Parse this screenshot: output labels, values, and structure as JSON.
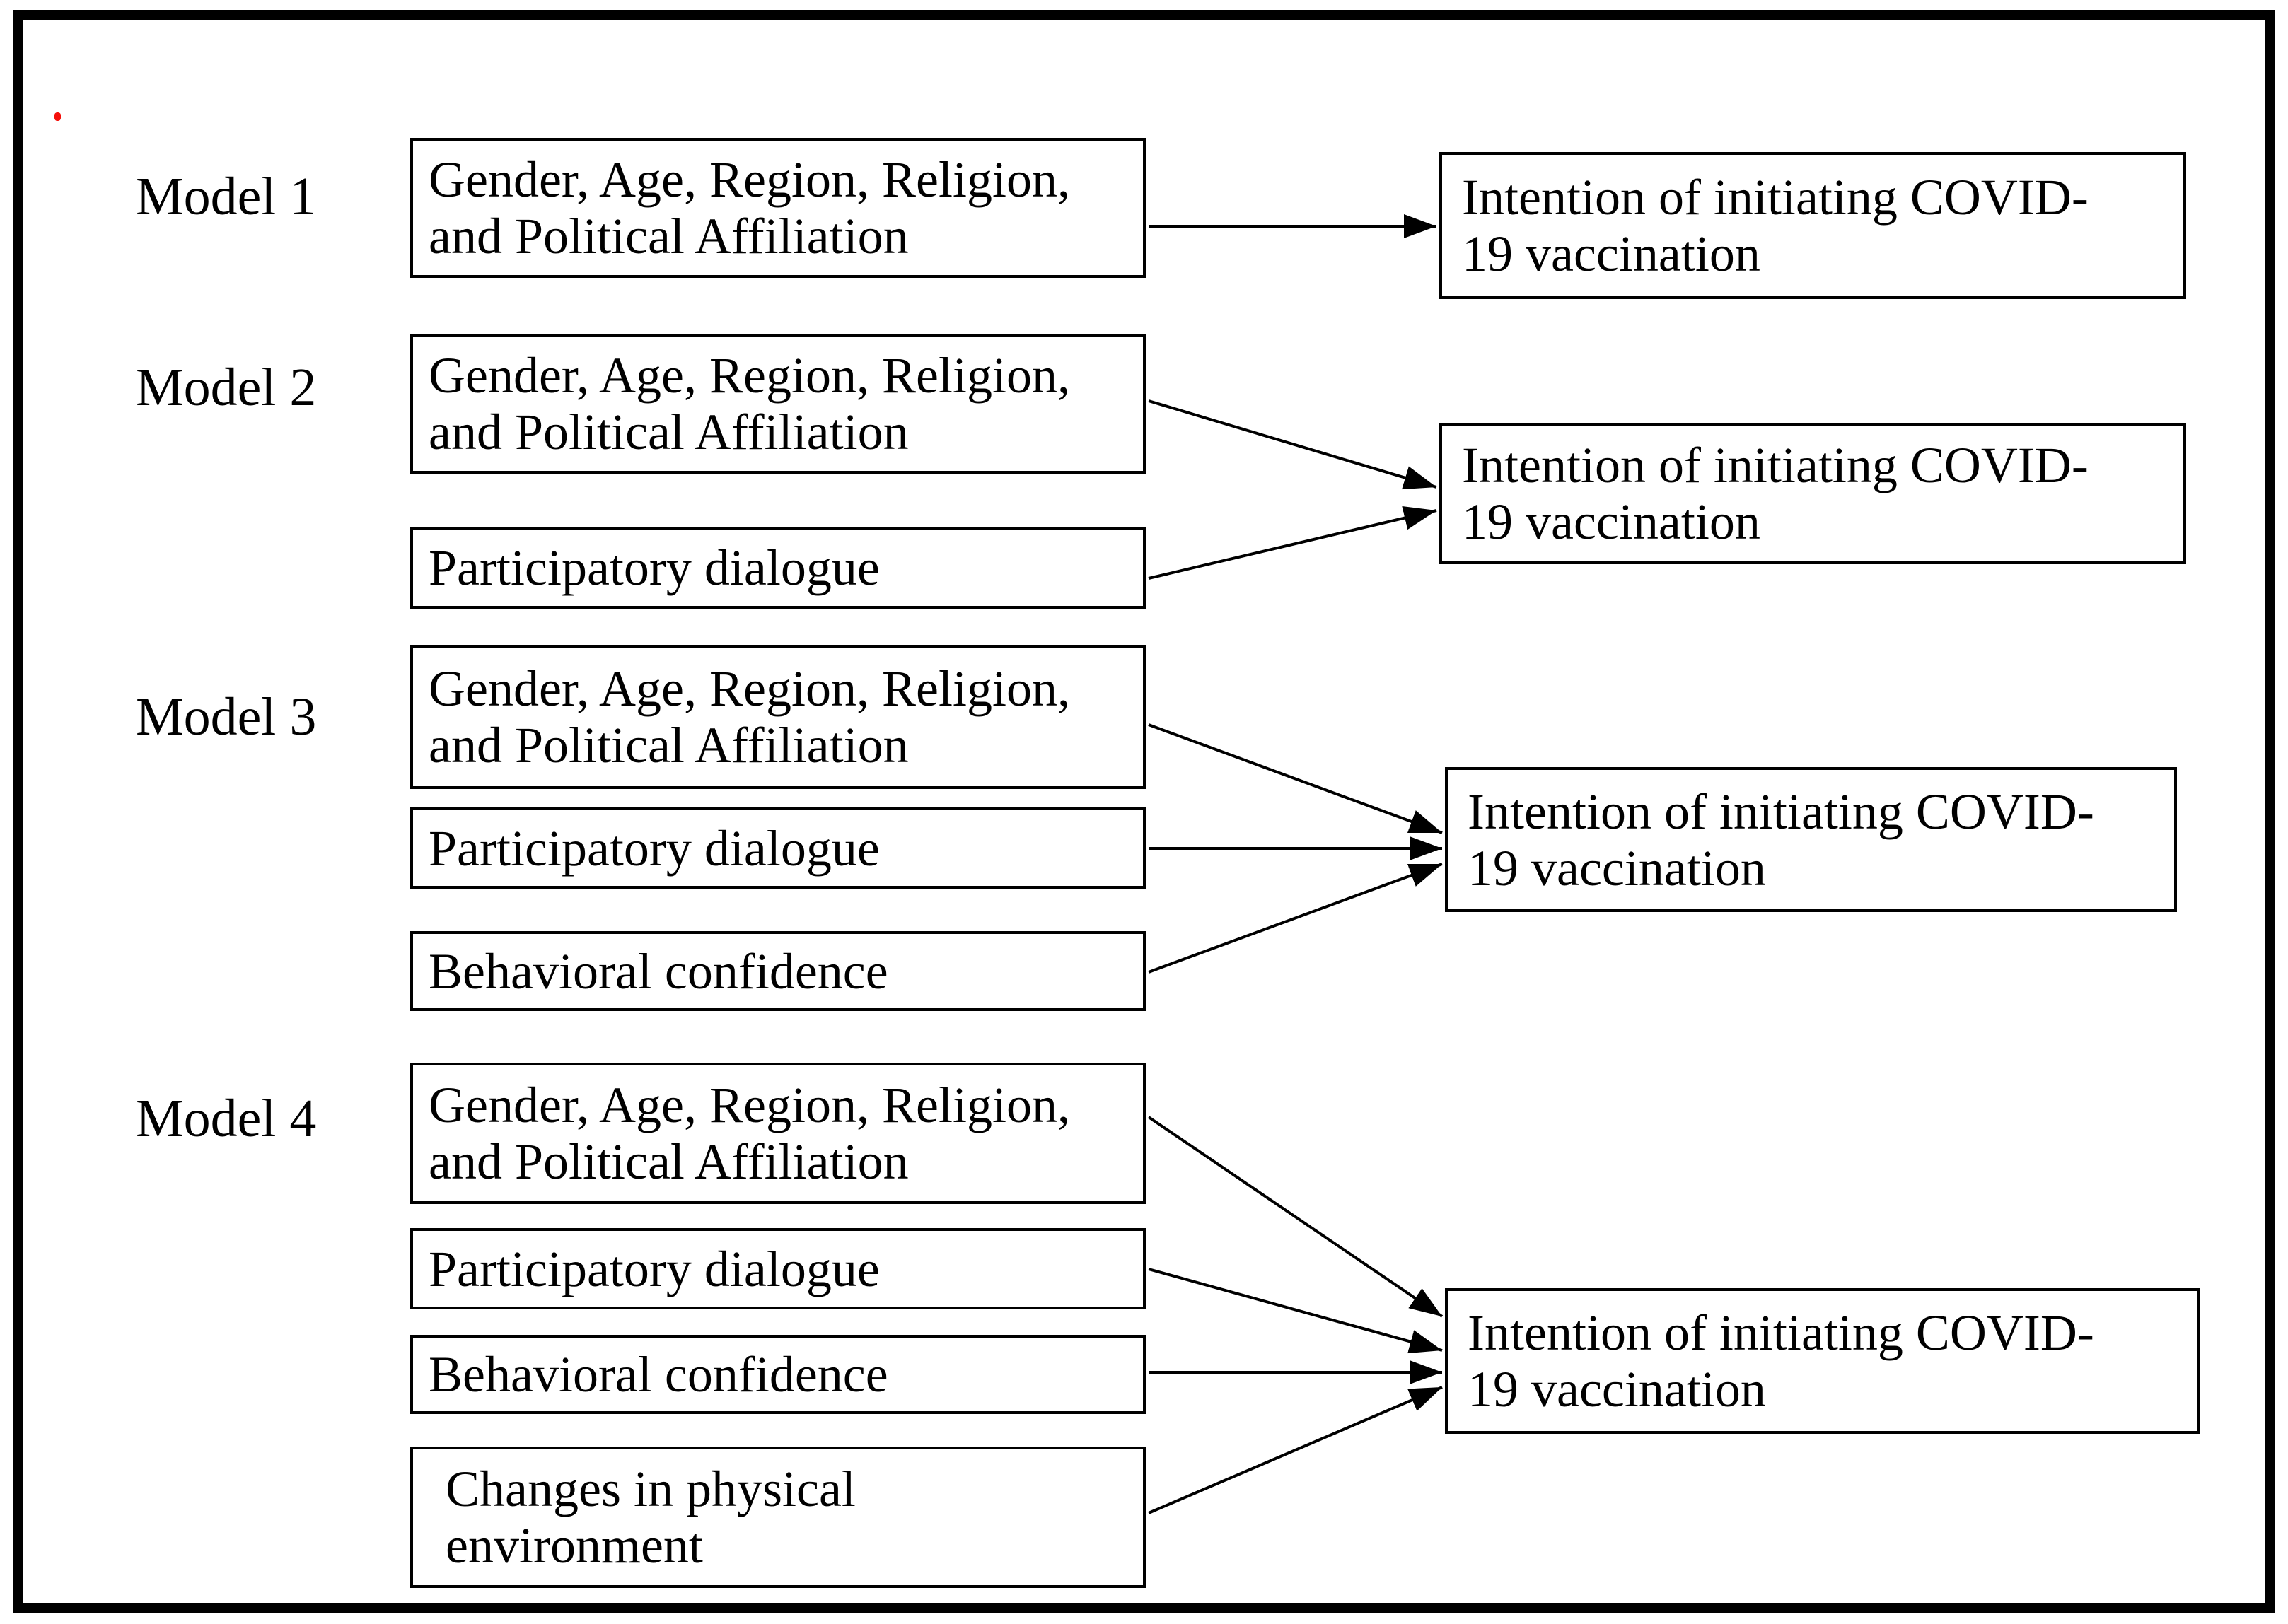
{
  "figure": {
    "models": [
      {
        "label": "Model 1",
        "predictors": [
          "Gender, Age, Region, Religion,\nand Political Affiliation"
        ],
        "outcome": "Intention of initiating COVID-\n19 vaccination"
      },
      {
        "label": "Model 2",
        "predictors": [
          "Gender, Age, Region, Religion,\nand Political Affiliation",
          "Participatory dialogue"
        ],
        "outcome": "Intention of initiating COVID-\n19 vaccination"
      },
      {
        "label": "Model 3",
        "predictors": [
          "Gender, Age, Region, Religion,\nand Political Affiliation",
          "Participatory dialogue",
          "Behavioral confidence"
        ],
        "outcome": "Intention of initiating COVID-\n19 vaccination"
      },
      {
        "label": "Model 4",
        "predictors": [
          "Gender, Age, Region, Religion,\nand Political Affiliation",
          "Participatory dialogue",
          "Behavioral confidence",
          "Changes in physical\nenvironment"
        ],
        "outcome": "Intention of initiating COVID-\n19 vaccination"
      }
    ],
    "colors": {
      "ink": "#000000",
      "background": "#ffffff",
      "red_mark": "#ff0000"
    }
  }
}
